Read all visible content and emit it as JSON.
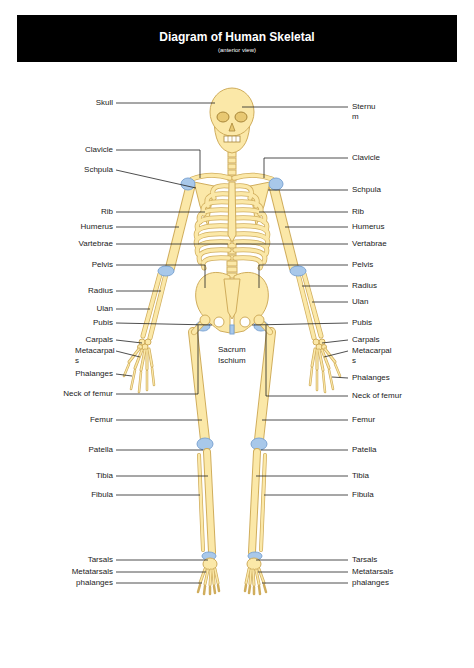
{
  "diagram": {
    "title": "Diagram of Human Skeletal",
    "labels": [
      "(anterior view)",
      "Skull",
      "Sternum",
      "Clavicle",
      "Schpula",
      "Clavicle",
      "Schpula",
      "Rib",
      "Rib",
      "Humerus",
      "Humerus",
      "Vartebrae",
      "Vertabrae",
      "Pelvis",
      "Pelvis",
      "Radius",
      "Radius",
      "Ulan",
      "Ulan",
      "Pubis",
      "Pubis",
      "Carpals",
      "Carpals",
      "Metacarpals",
      "Metacarpals",
      "Sacrum",
      "Ischium",
      "Phalanges",
      "Phalanges",
      "Neck of femur",
      "Neck of femur",
      "Femur",
      "Femur",
      "Patella",
      "Patella",
      "Tibia",
      "Tibia",
      "Fibula",
      "Fibula",
      "Tarsals",
      "Tarsals",
      "Metatarsals",
      "Metatarsals",
      "phalanges",
      "phalanges"
    ]
  }
}
